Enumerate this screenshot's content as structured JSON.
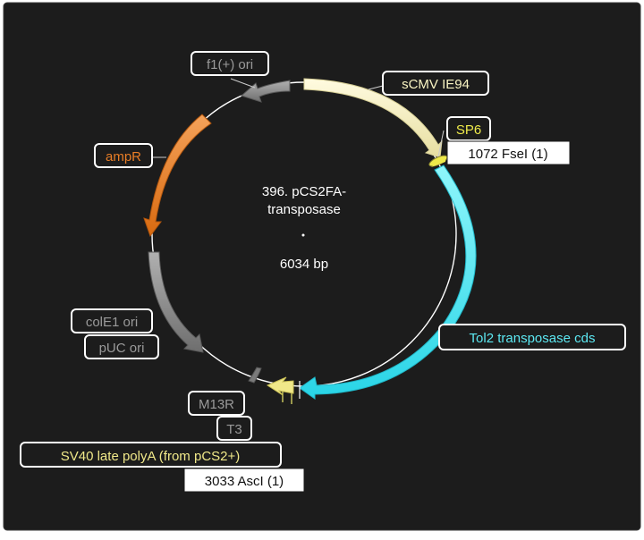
{
  "map": {
    "title_line1": "396. pCS2FA-",
    "title_line2": "transposase",
    "size_label": "6034 bp",
    "total_bp": 6034
  },
  "colors": {
    "panel": "#1c1c1c",
    "backbone": "#ffffff",
    "promoter": "#f8f3c2",
    "tol2": "#5ce8f2",
    "ampR": "#e87d26",
    "grey": "#8a8a8a",
    "primer": "#eeea6c",
    "polyA": "#f0e889"
  },
  "features": [
    {
      "name": "sCMV IE94",
      "label_color": "#f8f3c2",
      "kind": "arrow"
    },
    {
      "name": "SP6",
      "label_color": "#eeea4a",
      "kind": "promoter"
    },
    {
      "name": "Tol2 transposase cds",
      "label_color": "#5ce8f2",
      "kind": "arrow"
    },
    {
      "name": "T3",
      "label_color": "#8a8a8a",
      "kind": "promoter"
    },
    {
      "name": "M13R",
      "label_color": "#8a8a8a",
      "kind": "primer"
    },
    {
      "name": "SV40 late polyA (from pCS2+)",
      "label_color": "#f0e889",
      "kind": "arrow"
    },
    {
      "name": "pUC ori",
      "label_color": "#8a8a8a",
      "kind": "arrow"
    },
    {
      "name": "colE1 ori",
      "label_color": "#8a8a8a",
      "kind": "arrow"
    },
    {
      "name": "ampR",
      "label_color": "#e87d26",
      "kind": "arrow"
    },
    {
      "name": "f1(+) ori",
      "label_color": "#8a8a8a",
      "kind": "arrow"
    }
  ],
  "sites": [
    {
      "label": "1072 FseI (1)"
    },
    {
      "label": "3033 AscI (1)"
    }
  ]
}
